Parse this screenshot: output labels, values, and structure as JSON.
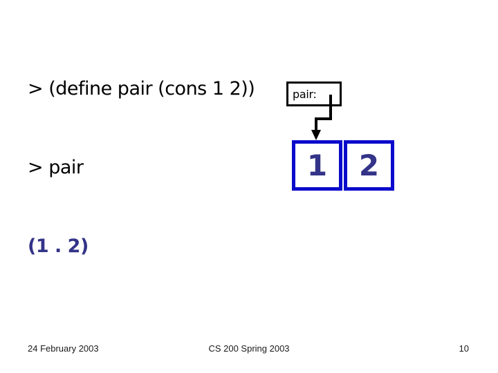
{
  "repl": {
    "lines": [
      "> (define pair (cons 1 2))",
      "> pair"
    ],
    "result": "(1 . 2)"
  },
  "diagram": {
    "pointer_label": "pair:",
    "car": "1",
    "cdr": "2"
  },
  "footer": {
    "date": "24 February 2003",
    "course": "CS 200 Spring 2003",
    "page": "10"
  },
  "colors": {
    "accent_navy": "#333388",
    "cell_border": "#0a0acc",
    "code_text": "#000000"
  }
}
